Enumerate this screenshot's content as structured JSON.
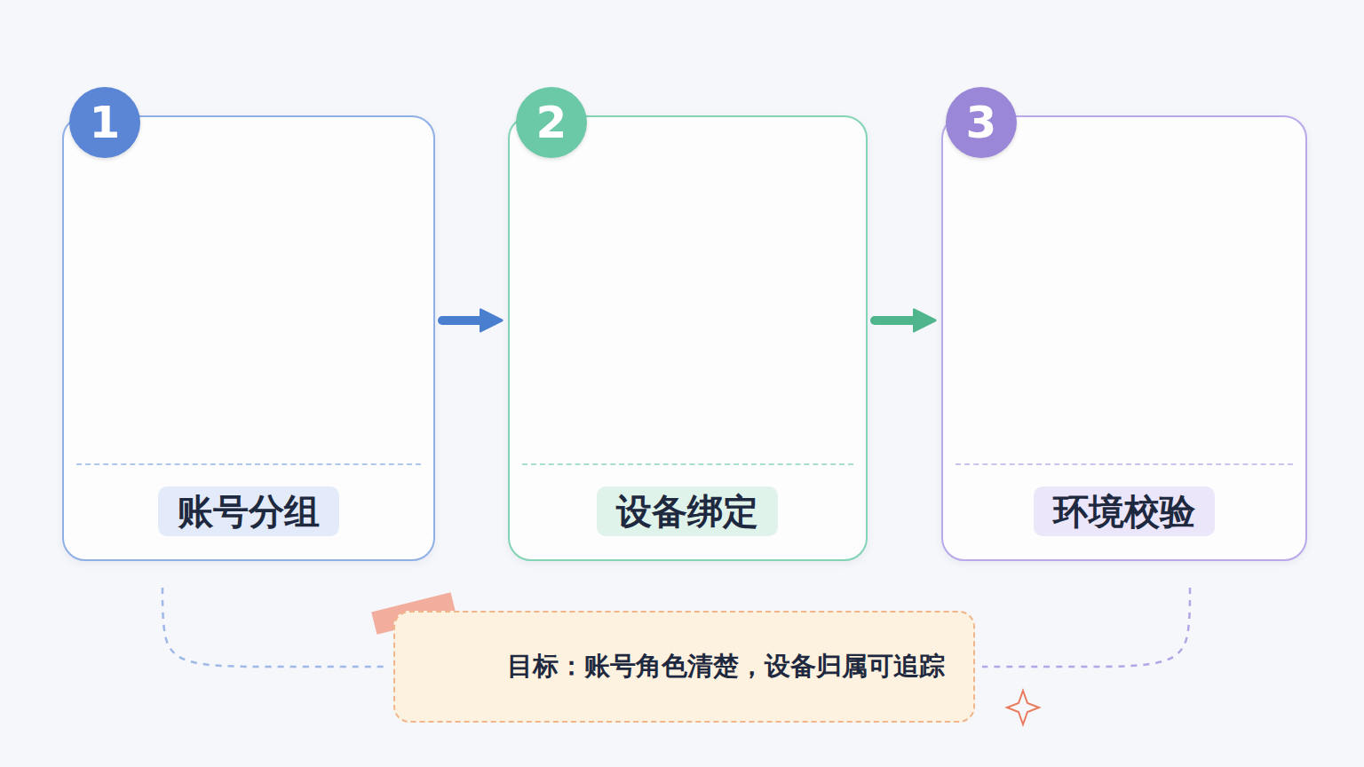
{
  "diagram": {
    "nodes": [
      {
        "text": [
          "账号分组"
        ]
      },
      {
        "text": [
          "1"
        ],
        "in": 0
      },
      {
        "text": [
          "设备绑定"
        ]
      },
      {
        "text": [
          "2"
        ],
        "in": 2
      },
      {
        "text": [
          "环境校验"
        ]
      },
      {
        "text": [
          "3"
        ],
        "in": 4
      },
      {
        "text": [
          "目标：账号角色清楚，设备归属可追踪"
        ]
      }
    ],
    "edges": [
      {
        "from": 0,
        "to": 2,
        "arrow": "to"
      },
      {
        "from": 2,
        "to": 4,
        "arrow": "to"
      },
      {
        "from": 0,
        "to": 6,
        "arrow": "none"
      },
      {
        "from": 4,
        "to": 6,
        "arrow": "none"
      }
    ]
  }
}
